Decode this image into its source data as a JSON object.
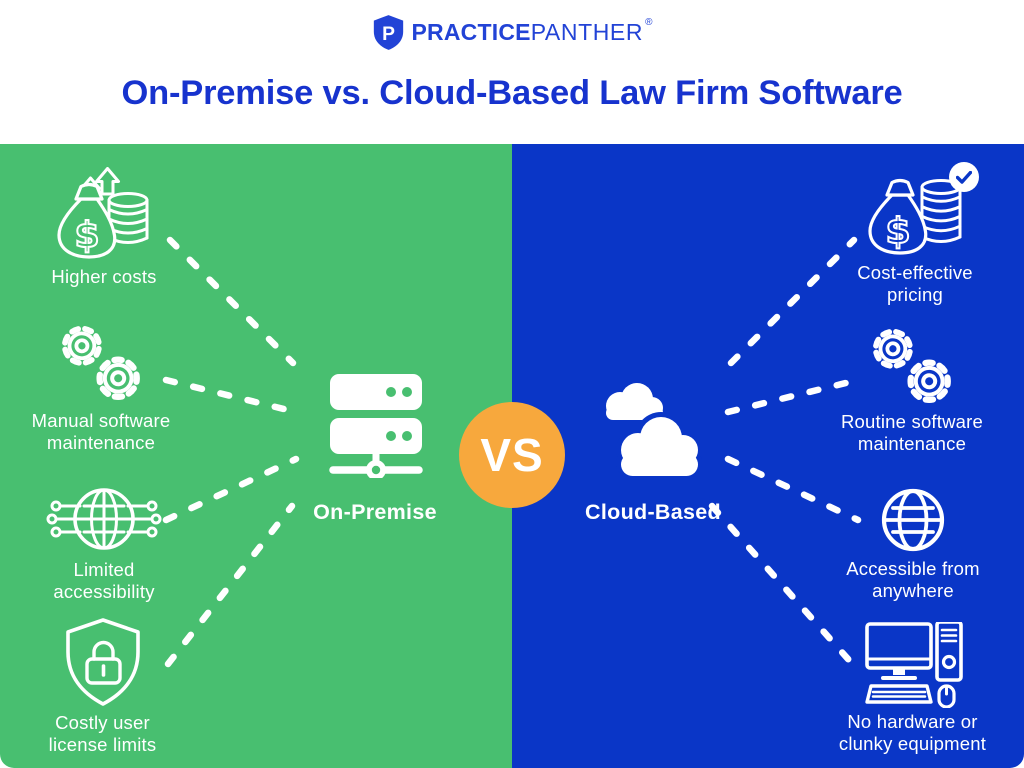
{
  "header": {
    "logo": {
      "icon": "panther-shield-icon",
      "letter": "P",
      "name_bold": "PRACTICE",
      "name_light": "PANTHER",
      "registered": "®"
    },
    "title": "On-Premise vs. Cloud-Based Law Firm Software"
  },
  "versus": {
    "label": "VS"
  },
  "left_panel": {
    "heading": "On-Premise",
    "center_icon": "server-icon",
    "items": [
      {
        "icon": "money-bag-coins-arrows-icon",
        "label": "Higher costs"
      },
      {
        "icon": "gears-icon",
        "label": "Manual software maintenance"
      },
      {
        "icon": "globe-network-icon",
        "label": "Limited accessibility"
      },
      {
        "icon": "shield-lock-icon",
        "label": "Costly user license limits"
      }
    ]
  },
  "right_panel": {
    "heading": "Cloud-Based",
    "center_icon": "cloud-icon",
    "items": [
      {
        "icon": "money-bag-coins-check-icon",
        "badge_icon": "check-badge-icon",
        "label": "Cost-effective pricing"
      },
      {
        "icon": "gears-icon",
        "label": "Routine software maintenance"
      },
      {
        "icon": "globe-icon",
        "label": "Accessible from anywhere"
      },
      {
        "icon": "desktop-computer-icon",
        "label": "No hardware or clunky equipment"
      }
    ]
  },
  "glyphs": {
    "dollar": "$"
  },
  "colors": {
    "green": "#48BF70",
    "blue": "#0A36C7",
    "orange": "#F7A83D",
    "title_blue": "#1733CE",
    "logo_blue": "#2243D6",
    "white": "#FFFFFF"
  }
}
